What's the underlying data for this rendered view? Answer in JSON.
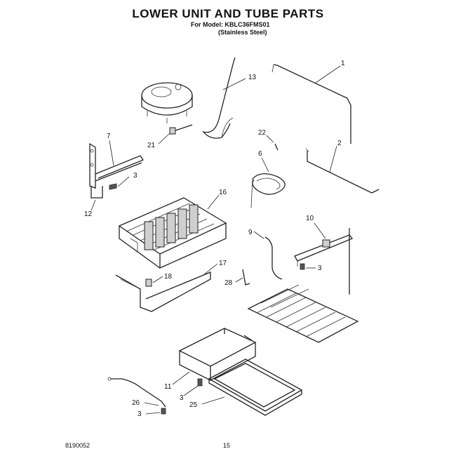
{
  "title": "LOWER UNIT AND TUBE PARTS",
  "model_line": "For Model: KBLC36FMS01",
  "model_note": "(Stainless Steel)",
  "footer_left": "8190052",
  "footer_page": "15",
  "callouts": {
    "c1": "1",
    "c2": "2",
    "c3a": "3",
    "c3b": "3",
    "c3c": "3",
    "c3d": "3",
    "c6": "6",
    "c7": "7",
    "c9": "9",
    "c10": "10",
    "c11": "11",
    "c12": "12",
    "c13": "13",
    "c16": "16",
    "c17": "17",
    "c18": "18",
    "c21": "21",
    "c22": "22",
    "c25": "25",
    "c26": "26",
    "c28": "28"
  }
}
